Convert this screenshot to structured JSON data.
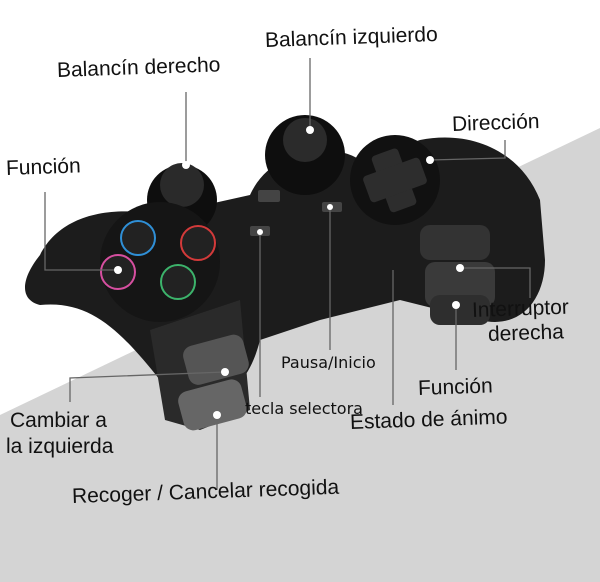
{
  "colors": {
    "background_top": "#ffffff",
    "background_bottom": "#d4d4d4",
    "controller": "#1c1c1c",
    "text": "#111111"
  },
  "buttons": {
    "triangle": "#2f8fd6",
    "square": "#d64fa0",
    "circle": "#d33a3a",
    "cross": "#3cb36b"
  },
  "labels": {
    "left_stick": "Balancín izquierdo",
    "right_stick": "Balancín derecho",
    "direction": "Dirección",
    "function_left": "Función",
    "right_switch_1": "Interruptor",
    "right_switch_2": "derecha",
    "function_right": "Función",
    "pause_start": "Pausa/Inicio",
    "mood_state": "Estado de ánimo",
    "select_key": "tecla selectora",
    "switch_left_1": "Cambiar a",
    "switch_left_2": "la izquierda",
    "pickup": "Recoger / Cancelar recogida"
  }
}
